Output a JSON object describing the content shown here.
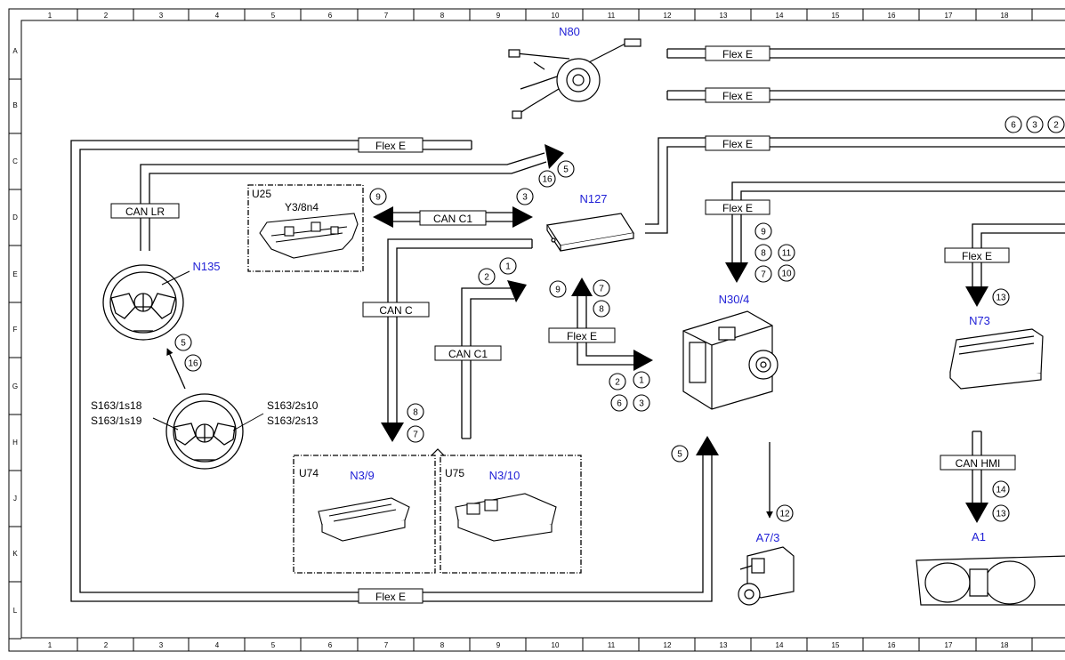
{
  "columns": [
    "1",
    "2",
    "3",
    "4",
    "5",
    "6",
    "7",
    "8",
    "9",
    "10",
    "11",
    "12",
    "13",
    "14",
    "15",
    "16",
    "17",
    "18"
  ],
  "rows": [
    "A",
    "B",
    "C",
    "D",
    "E",
    "F",
    "G",
    "H",
    "J",
    "K",
    "L"
  ],
  "components": {
    "n80": "N80",
    "n127": "N127",
    "n135": "N135",
    "n30_4": "N30/4",
    "n73": "N73",
    "a7_3": "A7/3",
    "a1": "A1",
    "u25": "U25",
    "u25_sub": "Y3/8n4",
    "u74": "U74",
    "n3_9": "N3/9",
    "u75": "U75",
    "n3_10": "N3/10",
    "s_left_1": "S163/1s18",
    "s_left_2": "S163/1s19",
    "s_right_1": "S163/2s10",
    "s_right_2": "S163/2s13"
  },
  "buses": {
    "flex_e": "Flex E",
    "can_lr": "CAN LR",
    "can_c1": "CAN C1",
    "can_c": "CAN C",
    "can_hmi": "CAN HMI"
  },
  "markers": {
    "m_top_6": "6",
    "m_top_3": "3",
    "m_top_2": "2",
    "m_c5": "5",
    "m_c16": "16",
    "m_d9": "9",
    "m_d3": "3",
    "m_e2": "2",
    "m_e1": "1",
    "m_f9": "9",
    "m_f7": "7",
    "m_f8": "8",
    "m_g2": "2",
    "m_g1": "1",
    "m_g6": "6",
    "m_g3": "3",
    "m_n30_9": "9",
    "m_n30_8": "8",
    "m_n30_11": "11",
    "m_n30_7": "7",
    "m_n30_10": "10",
    "m_n73_13": "13",
    "m_sw5": "5",
    "m_sw16": "16",
    "m_h8": "8",
    "m_h7": "7",
    "m_h5": "5",
    "m_j12": "12",
    "m_a1_14": "14",
    "m_a1_13": "13"
  }
}
